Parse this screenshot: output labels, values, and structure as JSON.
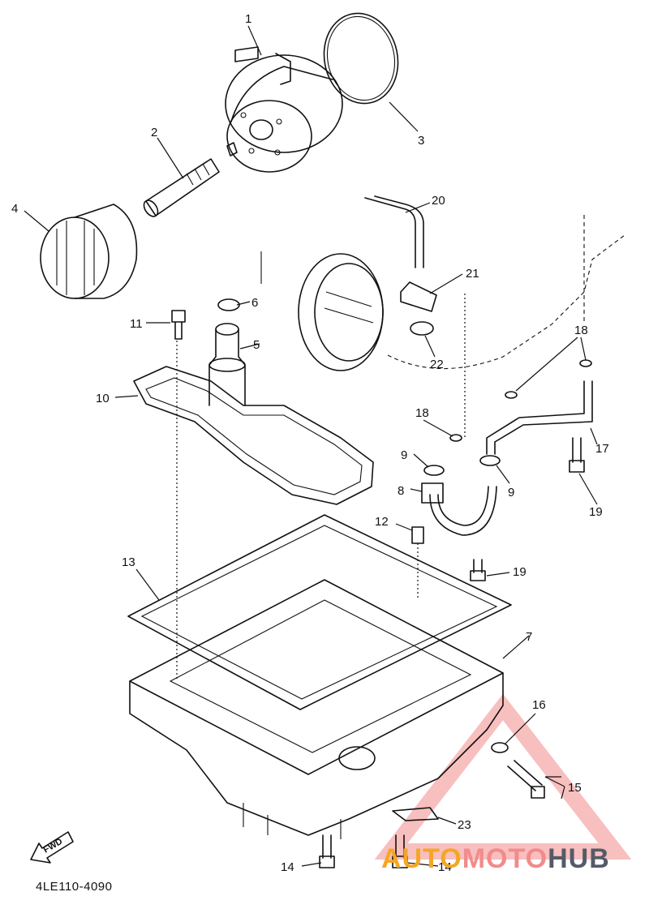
{
  "callouts": {
    "c1": "1",
    "c2": "2",
    "c3": "3",
    "c4": "4",
    "c5": "5",
    "c6": "6",
    "c7": "7",
    "c8": "8",
    "c9a": "9",
    "c9b": "9",
    "c10": "10",
    "c11": "11",
    "c12": "12",
    "c13": "13",
    "c14a": "14",
    "c14b": "14",
    "c15": "15",
    "c16": "16",
    "c17": "17",
    "c18a": "18",
    "c18b": "18",
    "c19a": "19",
    "c19b": "19",
    "c20": "20",
    "c21": "21",
    "c22": "22",
    "c23": "23"
  },
  "direction_label": "FWD",
  "diagram_code": "4LE110-4090",
  "watermark": {
    "part1": "AUTO",
    "part2": "MOTO",
    "part3": "HUB",
    "triangle_color": "#f28b8b",
    "accent_color": "#f5a623"
  }
}
